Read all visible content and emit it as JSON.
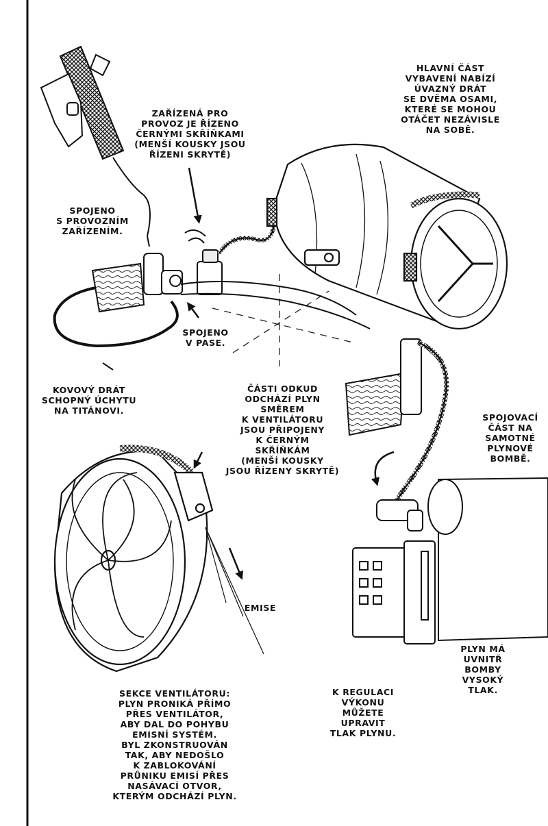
{
  "labels": {
    "main_part": [
      "Hlavní část",
      "vybavení nabízí",
      "úvazný drát",
      "se dvěma osami,",
      "které se mohou",
      "otáčet nezávisle",
      "na sobě."
    ],
    "equipment_control": [
      "Zařízená pro",
      "provoz je řízeno",
      "černými skříňkami",
      "(menší kousky jsou",
      "řízeni skrytě)"
    ],
    "connected_device": [
      "Spojeno",
      "s provozním",
      "zařízením."
    ],
    "waist": [
      "Spojeno",
      "v pase."
    ],
    "wire": [
      "Kovový drát",
      "schopný úchytu",
      "na Titánovi."
    ],
    "gas_parts": [
      "Části odkud",
      "odchází plyn",
      "směrem",
      "k ventilátoru",
      "jsou připojeny",
      "k černým",
      "skříňkám",
      "(menší kousky",
      "jsou řízeny skrytě)"
    ],
    "connecting_part": [
      "Spojovací",
      "část na",
      "samotné",
      "plynové",
      "bombě."
    ],
    "emission": [
      "Emise"
    ],
    "pressure": [
      "Plyn má",
      "uvnitř",
      "bomby",
      "vysoký",
      "tlak."
    ],
    "regulation": [
      "K regulaci",
      "výkonu",
      "můžete",
      "upravit",
      "tlak plynu."
    ],
    "fan_section": [
      "Sekce ventilátoru:",
      "plyn proniká přímo",
      "přes ventilátor,",
      "aby dal do pohybu",
      "emisní systém.",
      "Byl zkonstruován",
      "tak, aby nedošlo",
      "k zablokování",
      "průniku emisí přes",
      "nasávací otvor,",
      "kterým odchází plyn."
    ]
  }
}
